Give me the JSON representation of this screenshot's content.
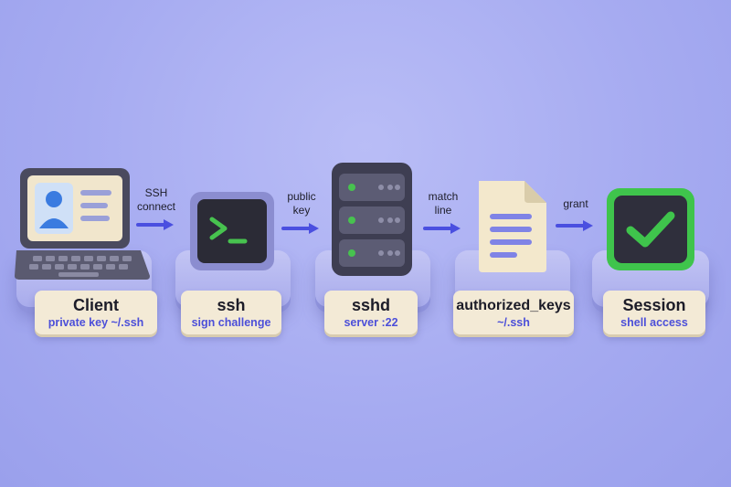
{
  "nodes": [
    {
      "title": "Client",
      "subtitle": "private key ~/.ssh",
      "icon": "laptop-icon"
    },
    {
      "title": "ssh",
      "subtitle": "sign challenge",
      "icon": "terminal-icon"
    },
    {
      "title": "sshd",
      "subtitle": "server :22",
      "icon": "server-icon"
    },
    {
      "title": "authorized_keys",
      "subtitle": "~/.ssh",
      "icon": "document-icon"
    },
    {
      "title": "Session",
      "subtitle": "shell access",
      "icon": "checkmark-icon"
    }
  ],
  "edges": [
    {
      "label_line1": "SSH",
      "label_line2": "connect"
    },
    {
      "label_line1": "public",
      "label_line2": "key"
    },
    {
      "label_line1": "match",
      "label_line2": "line"
    },
    {
      "label_line1": "grant",
      "label_line2": ""
    }
  ],
  "colors": {
    "background": "#a6abf1",
    "arrow": "#4a4fe0",
    "label_card": "#f3ead6",
    "subtitle_text": "#4c4fd9",
    "terminal_prompt": "#47c24f",
    "check_green": "#3fc44c",
    "user_icon_blue": "#3a7be0"
  }
}
